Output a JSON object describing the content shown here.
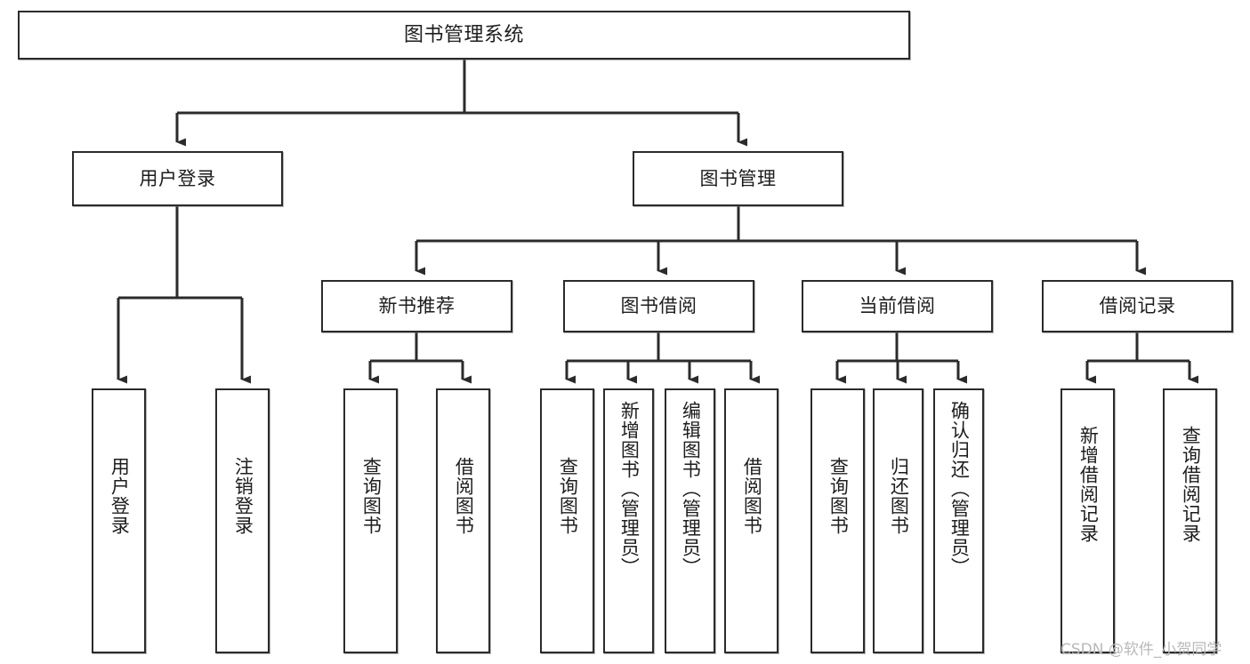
{
  "diagram": {
    "type": "tree",
    "orientation": "top-down",
    "title": "图书管理系统",
    "watermark": "CSDN @软件_小贺同学",
    "colors": {
      "background": "#ffffff",
      "node_border": "#2b2b2b",
      "node_fill": "#ffffff",
      "edge": "#2b2b2b",
      "text": "#1d1d1d",
      "watermark": "#b9b9b9"
    },
    "levels": {
      "root": {
        "label": "图书管理系统"
      },
      "level2": [
        {
          "label": "用户登录"
        },
        {
          "label": "图书管理"
        }
      ],
      "level3": [
        {
          "label": "新书推荐"
        },
        {
          "label": "图书借阅"
        },
        {
          "label": "当前借阅"
        },
        {
          "label": "借阅记录"
        }
      ],
      "leaves": [
        {
          "label": "用户登录",
          "parent": "用户登录"
        },
        {
          "label": "注销登录",
          "parent": "用户登录"
        },
        {
          "label": "查询图书",
          "parent": "新书推荐"
        },
        {
          "label": "借阅图书",
          "parent": "新书推荐"
        },
        {
          "label": "查询图书",
          "parent": "图书借阅"
        },
        {
          "label": "新增图书（管理员）",
          "parent": "图书借阅"
        },
        {
          "label": "编辑图书（管理员）",
          "parent": "图书借阅"
        },
        {
          "label": "借阅图书",
          "parent": "图书借阅"
        },
        {
          "label": "查询图书",
          "parent": "当前借阅"
        },
        {
          "label": "归还图书",
          "parent": "当前借阅"
        },
        {
          "label": "确认归还（管理员）",
          "parent": "当前借阅"
        },
        {
          "label": "新增借阅记录",
          "parent": "借阅记录"
        },
        {
          "label": "查询借阅记录",
          "parent": "借阅记录"
        }
      ]
    }
  }
}
